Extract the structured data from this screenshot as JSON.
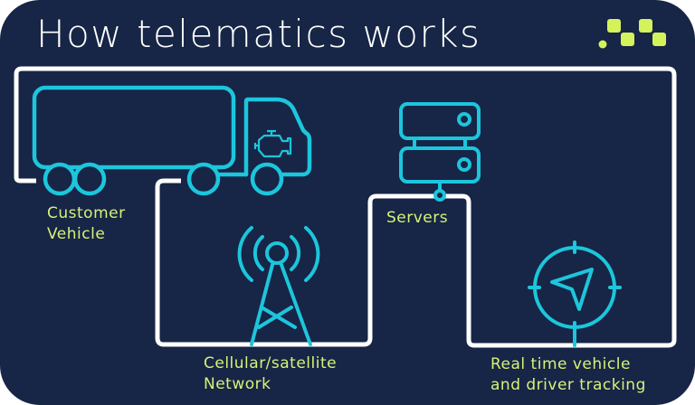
{
  "title": "How telematics works",
  "colors": {
    "background": "#172546",
    "path": "#ffffff",
    "icon": "#1cc6dc",
    "label": "#d6f27a",
    "logo": "#d4f25a"
  },
  "logo": {
    "icon": "brand-logo-checker-icon"
  },
  "nodes": [
    {
      "id": "vehicle",
      "icon": "truck-icon",
      "label_line1": "Customer",
      "label_line2": "Vehicle"
    },
    {
      "id": "network",
      "icon": "cell-tower-icon",
      "label_line1": "Cellular/satellite",
      "label_line2": "Network"
    },
    {
      "id": "servers",
      "icon": "server-icon",
      "label_line1": "Servers",
      "label_line2": ""
    },
    {
      "id": "tracking",
      "icon": "navigation-compass-icon",
      "label_line1": "Real time vehicle",
      "label_line2": "and driver tracking"
    }
  ]
}
